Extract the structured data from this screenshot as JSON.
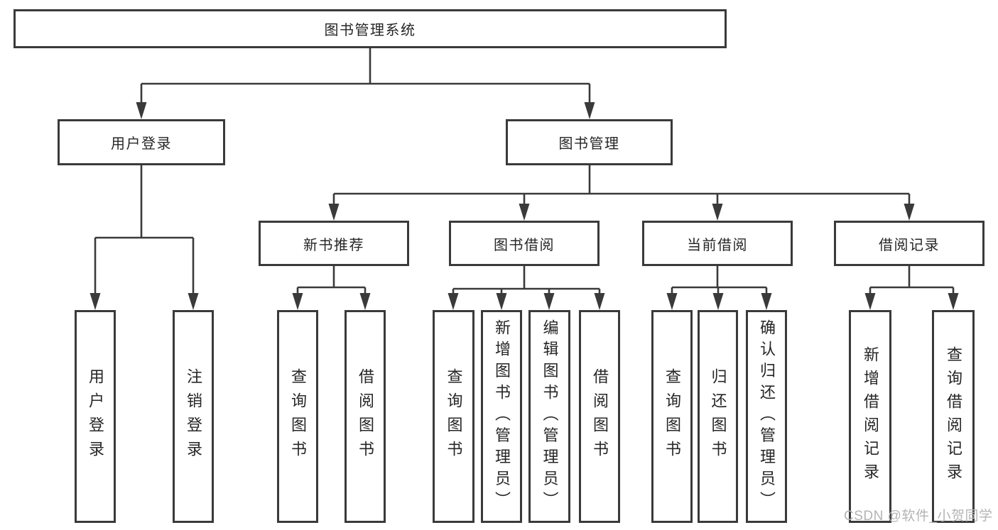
{
  "diagram": {
    "root": "图书管理系统",
    "level2": [
      "用户登录",
      "图书管理"
    ],
    "level3": [
      "新书推荐",
      "图书借阅",
      "当前借阅",
      "借阅记录"
    ],
    "leaves": [
      "用户登录",
      "注销登录",
      "查询图书",
      "借阅图书",
      "查询图书",
      "新增图书（管理员）",
      "编辑图书（管理员）",
      "借阅图书",
      "查询图书",
      "归还图书",
      "确认归还（管理员）",
      "新增借阅记录",
      "查询借阅记录"
    ]
  },
  "watermark": "CSDN @软件_小贺同学",
  "colors": {
    "line": "#3a3a3a",
    "text": "#262626",
    "watermark": "#b4b4b4",
    "background": "#ffffff"
  }
}
